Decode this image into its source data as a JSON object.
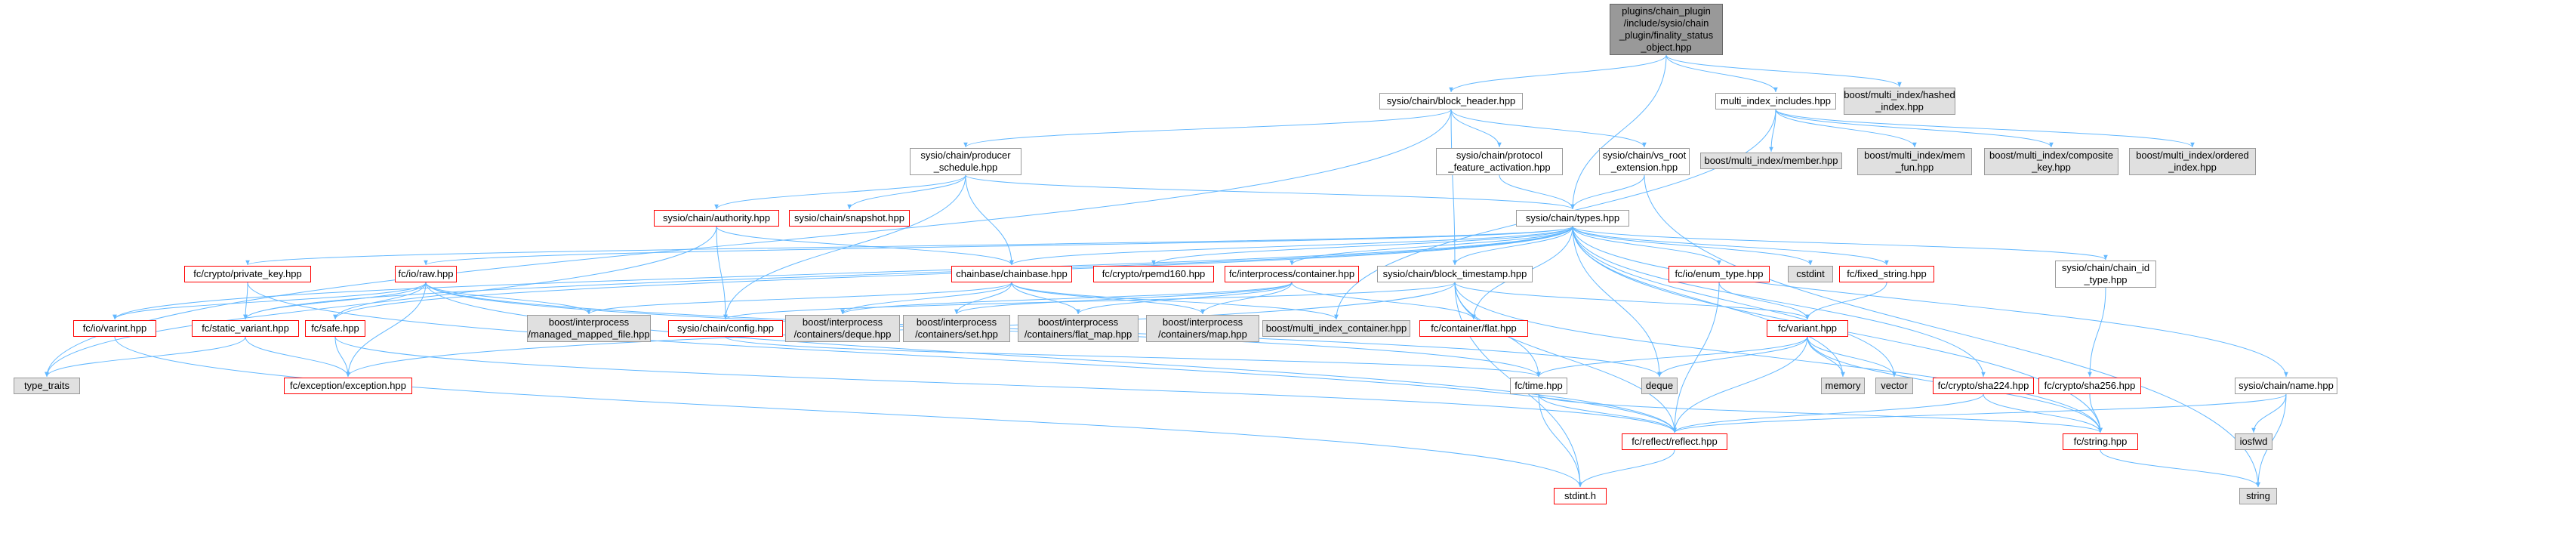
{
  "colors": {
    "edge": "#63b8ff",
    "root_fill": "#999999",
    "external_fill": "#e0e0e0",
    "missing_border": "#ff0000",
    "node_border": "#999999"
  },
  "nodes": [
    {
      "id": "root",
      "label": "plugins/chain_plugin\n/include/sysio/chain\n_plugin/finality_status\n_object.hpp",
      "kind": "root"
    },
    {
      "id": "block_header",
      "label": "sysio/chain/block_header.hpp",
      "kind": "normal"
    },
    {
      "id": "mi_includes",
      "label": "multi_index_includes.hpp",
      "kind": "normal"
    },
    {
      "id": "mi_hashed",
      "label": "boost/multi_index/hashed\n_index.hpp",
      "kind": "external"
    },
    {
      "id": "producer_schedule",
      "label": "sysio/chain/producer\n_schedule.hpp",
      "kind": "normal"
    },
    {
      "id": "protocol_feature",
      "label": "sysio/chain/protocol\n_feature_activation.hpp",
      "kind": "normal"
    },
    {
      "id": "vs_root",
      "label": "sysio/chain/vs_root\n_extension.hpp",
      "kind": "normal"
    },
    {
      "id": "mi_member",
      "label": "boost/multi_index/member.hpp",
      "kind": "external"
    },
    {
      "id": "mi_mem_fun",
      "label": "boost/multi_index/mem\n_fun.hpp",
      "kind": "external"
    },
    {
      "id": "mi_composite",
      "label": "boost/multi_index/composite\n_key.hpp",
      "kind": "external"
    },
    {
      "id": "mi_ordered",
      "label": "boost/multi_index/ordered\n_index.hpp",
      "kind": "external"
    },
    {
      "id": "authority",
      "label": "sysio/chain/authority.hpp",
      "kind": "missing"
    },
    {
      "id": "snapshot",
      "label": "sysio/chain/snapshot.hpp",
      "kind": "missing"
    },
    {
      "id": "types",
      "label": "sysio/chain/types.hpp",
      "kind": "normal"
    },
    {
      "id": "private_key",
      "label": "fc/crypto/private_key.hpp",
      "kind": "missing"
    },
    {
      "id": "raw",
      "label": "fc/io/raw.hpp",
      "kind": "missing"
    },
    {
      "id": "chainbase",
      "label": "chainbase/chainbase.hpp",
      "kind": "missing"
    },
    {
      "id": "rmd160",
      "label": "fc/crypto/rpemd160.hpp",
      "kind": "missing"
    },
    {
      "id": "container",
      "label": "fc/interprocess/container.hpp",
      "kind": "missing"
    },
    {
      "id": "block_timestamp",
      "label": "sysio/chain/block_timestamp.hpp",
      "kind": "normal"
    },
    {
      "id": "enum_type",
      "label": "fc/io/enum_type.hpp",
      "kind": "missing"
    },
    {
      "id": "cstdint",
      "label": "cstdint",
      "kind": "external"
    },
    {
      "id": "fixed_string",
      "label": "fc/fixed_string.hpp",
      "kind": "missing"
    },
    {
      "id": "chain_id",
      "label": "sysio/chain/chain_id\n_type.hpp",
      "kind": "normal"
    },
    {
      "id": "io_varint",
      "label": "fc/io/varint.hpp",
      "kind": "missing"
    },
    {
      "id": "static_variant",
      "label": "fc/static_variant.hpp",
      "kind": "missing"
    },
    {
      "id": "safe",
      "label": "fc/safe.hpp",
      "kind": "missing"
    },
    {
      "id": "managed_mapped",
      "label": "boost/interprocess\n/managed_mapped_file.hpp",
      "kind": "external"
    },
    {
      "id": "config",
      "label": "sysio/chain/config.hpp",
      "kind": "missing"
    },
    {
      "id": "ip_deque",
      "label": "boost/interprocess\n/containers/deque.hpp",
      "kind": "external"
    },
    {
      "id": "ip_set",
      "label": "boost/interprocess\n/containers/set.hpp",
      "kind": "external"
    },
    {
      "id": "ip_flat_map",
      "label": "boost/interprocess\n/containers/flat_map.hpp",
      "kind": "external"
    },
    {
      "id": "ip_map",
      "label": "boost/interprocess\n/containers/map.hpp",
      "kind": "external"
    },
    {
      "id": "mi_container",
      "label": "boost/multi_index_container.hpp",
      "kind": "external"
    },
    {
      "id": "flat",
      "label": "fc/container/flat.hpp",
      "kind": "missing"
    },
    {
      "id": "variant",
      "label": "fc/variant.hpp",
      "kind": "missing"
    },
    {
      "id": "sha224",
      "label": "fc/crypto/sha224.hpp",
      "kind": "missing"
    },
    {
      "id": "sha256",
      "label": "fc/crypto/sha256.hpp",
      "kind": "missing"
    },
    {
      "id": "name",
      "label": "sysio/chain/name.hpp",
      "kind": "normal"
    },
    {
      "id": "type_traits",
      "label": "type_traits",
      "kind": "external"
    },
    {
      "id": "exception",
      "label": "fc/exception/exception.hpp",
      "kind": "missing"
    },
    {
      "id": "time",
      "label": "fc/time.hpp",
      "kind": "normal"
    },
    {
      "id": "deque",
      "label": "deque",
      "kind": "external"
    },
    {
      "id": "memory",
      "label": "memory",
      "kind": "external"
    },
    {
      "id": "vector",
      "label": "vector",
      "kind": "external"
    },
    {
      "id": "iosfwd",
      "label": "iosfwd",
      "kind": "external"
    },
    {
      "id": "reflect",
      "label": "fc/reflect/reflect.hpp",
      "kind": "missing"
    },
    {
      "id": "fc_string",
      "label": "fc/string.hpp",
      "kind": "missing"
    },
    {
      "id": "string",
      "label": "string",
      "kind": "external"
    },
    {
      "id": "stdint",
      "label": "stdint.h",
      "kind": "missing"
    }
  ],
  "edges": [
    [
      "root",
      "block_header"
    ],
    [
      "root",
      "mi_includes"
    ],
    [
      "root",
      "mi_hashed"
    ],
    [
      "root",
      "types"
    ],
    [
      "block_header",
      "producer_schedule"
    ],
    [
      "block_header",
      "protocol_feature"
    ],
    [
      "block_header",
      "vs_root"
    ],
    [
      "block_header",
      "block_timestamp"
    ],
    [
      "block_header",
      "type_traits"
    ],
    [
      "mi_includes",
      "mi_member"
    ],
    [
      "mi_includes",
      "mi_mem_fun"
    ],
    [
      "mi_includes",
      "mi_composite"
    ],
    [
      "mi_includes",
      "mi_ordered"
    ],
    [
      "mi_includes",
      "mi_container"
    ],
    [
      "producer_schedule",
      "authority"
    ],
    [
      "producer_schedule",
      "snapshot"
    ],
    [
      "producer_schedule",
      "types"
    ],
    [
      "producer_schedule",
      "chainbase"
    ],
    [
      "producer_schedule",
      "config"
    ],
    [
      "protocol_feature",
      "types"
    ],
    [
      "vs_root",
      "types"
    ],
    [
      "vs_root",
      "string"
    ],
    [
      "authority",
      "chainbase"
    ],
    [
      "authority",
      "config"
    ],
    [
      "authority",
      "type_traits"
    ],
    [
      "types",
      "private_key"
    ],
    [
      "types",
      "raw"
    ],
    [
      "types",
      "chainbase"
    ],
    [
      "types",
      "rmd160"
    ],
    [
      "types",
      "container"
    ],
    [
      "types",
      "block_timestamp"
    ],
    [
      "types",
      "enum_type"
    ],
    [
      "types",
      "cstdint"
    ],
    [
      "types",
      "fixed_string"
    ],
    [
      "types",
      "chain_id"
    ],
    [
      "types",
      "name"
    ],
    [
      "types",
      "io_varint"
    ],
    [
      "types",
      "static_variant"
    ],
    [
      "types",
      "safe"
    ],
    [
      "types",
      "flat"
    ],
    [
      "types",
      "deque"
    ],
    [
      "types",
      "memory"
    ],
    [
      "types",
      "vector"
    ],
    [
      "types",
      "sha224"
    ],
    [
      "types",
      "fc_string"
    ],
    [
      "private_key",
      "static_variant"
    ],
    [
      "private_key",
      "reflect"
    ],
    [
      "raw",
      "io_varint"
    ],
    [
      "raw",
      "static_variant"
    ],
    [
      "raw",
      "safe"
    ],
    [
      "raw",
      "managed_mapped"
    ],
    [
      "raw",
      "exception"
    ],
    [
      "raw",
      "time"
    ],
    [
      "raw",
      "reflect"
    ],
    [
      "raw",
      "deque"
    ],
    [
      "chainbase",
      "managed_mapped"
    ],
    [
      "chainbase",
      "ip_deque"
    ],
    [
      "chainbase",
      "ip_set"
    ],
    [
      "chainbase",
      "ip_flat_map"
    ],
    [
      "chainbase",
      "ip_map"
    ],
    [
      "chainbase",
      "mi_container"
    ],
    [
      "container",
      "ip_deque"
    ],
    [
      "container",
      "ip_set"
    ],
    [
      "container",
      "ip_flat_map"
    ],
    [
      "container",
      "ip_map"
    ],
    [
      "container",
      "flat"
    ],
    [
      "block_timestamp",
      "config"
    ],
    [
      "block_timestamp",
      "variant"
    ],
    [
      "block_timestamp",
      "time"
    ],
    [
      "block_timestamp",
      "stdint"
    ],
    [
      "block_timestamp",
      "reflect"
    ],
    [
      "block_timestamp",
      "exception"
    ],
    [
      "block_timestamp",
      "fc_string"
    ],
    [
      "enum_type",
      "variant"
    ],
    [
      "enum_type",
      "reflect"
    ],
    [
      "fixed_string",
      "variant"
    ],
    [
      "chain_id",
      "sha256"
    ],
    [
      "io_varint",
      "stdint"
    ],
    [
      "static_variant",
      "exception"
    ],
    [
      "static_variant",
      "type_traits"
    ],
    [
      "safe",
      "exception"
    ],
    [
      "safe",
      "reflect"
    ],
    [
      "config",
      "time"
    ],
    [
      "variant",
      "deque"
    ],
    [
      "variant",
      "memory"
    ],
    [
      "variant",
      "vector"
    ],
    [
      "variant",
      "time"
    ],
    [
      "variant",
      "reflect"
    ],
    [
      "variant",
      "fc_string"
    ],
    [
      "sha224",
      "reflect"
    ],
    [
      "sha224",
      "fc_string"
    ],
    [
      "sha256",
      "fc_string"
    ],
    [
      "name",
      "reflect"
    ],
    [
      "name",
      "iosfwd"
    ],
    [
      "name",
      "string"
    ],
    [
      "time",
      "reflect"
    ],
    [
      "time",
      "fc_string"
    ],
    [
      "time",
      "stdint"
    ],
    [
      "reflect",
      "stdint"
    ],
    [
      "fc_string",
      "string"
    ]
  ]
}
